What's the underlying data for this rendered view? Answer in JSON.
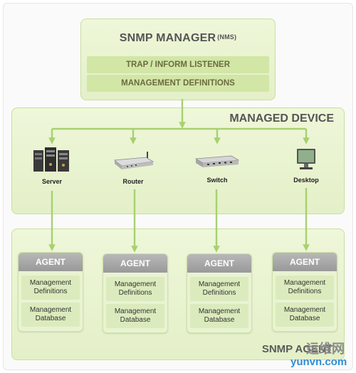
{
  "manager": {
    "title": "SNMP MANAGER",
    "title_suffix": "(NMS)",
    "rows": [
      "TRAP / INFORM LISTENER",
      "MANAGEMENT DEFINITIONS"
    ]
  },
  "managed_device": {
    "title": "MANAGED DEVICE",
    "devices": [
      {
        "label": "Server",
        "icon": "server-icon"
      },
      {
        "label": "Router",
        "icon": "router-icon"
      },
      {
        "label": "Switch",
        "icon": "switch-icon"
      },
      {
        "label": "Desktop",
        "icon": "desktop-icon"
      }
    ]
  },
  "agents": {
    "title": "SNMP AGENT",
    "cards": [
      {
        "head": "AGENT",
        "definitions": [
          "Management",
          "Definitions"
        ],
        "database": [
          "Management",
          "Database"
        ]
      },
      {
        "head": "AGENT",
        "definitions": [
          "Management",
          "Definitions"
        ],
        "database": [
          "Management",
          "Database"
        ]
      },
      {
        "head": "AGENT",
        "definitions": [
          "Management",
          "Definitions"
        ],
        "database": [
          "Management",
          "Database"
        ]
      },
      {
        "head": "AGENT",
        "definitions": [
          "Management",
          "Definitions"
        ],
        "database": [
          "Management",
          "Database"
        ]
      }
    ]
  },
  "watermark": {
    "cn": "运维网",
    "en": "yunvn.com"
  },
  "colors": {
    "panel": "#e6f2cc",
    "arrow": "#a8d070",
    "agent_head": "#a8a8a8",
    "title_text": "#555555"
  }
}
